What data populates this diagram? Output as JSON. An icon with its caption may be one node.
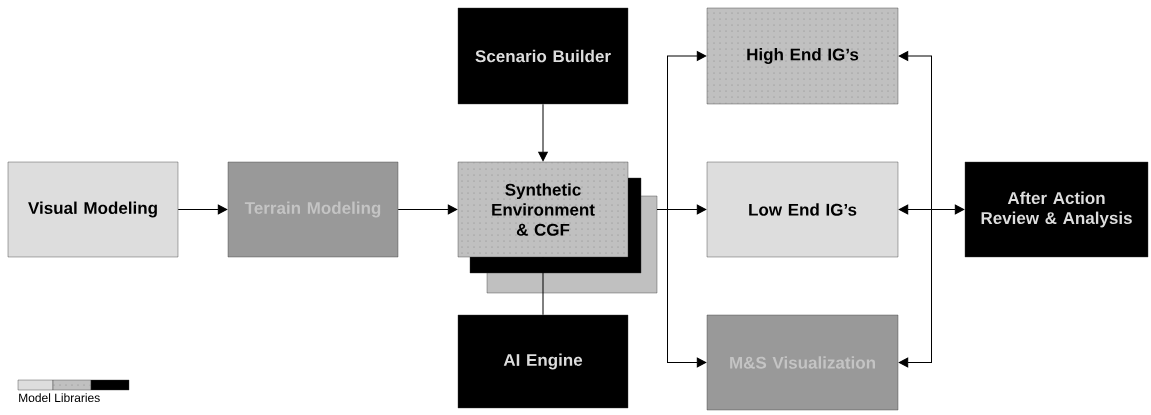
{
  "diagram": {
    "nodes": [
      {
        "text": [
          "Visual Modeling"
        ]
      },
      {
        "text": [
          "Terrain Modeling"
        ]
      },
      {
        "text": [
          "Synthetic Environment & CGF"
        ]
      },
      {
        "text": [
          "Scenario Builder"
        ]
      },
      {
        "text": [
          "AI Engine"
        ]
      },
      {
        "text": [
          "High End IG’s"
        ]
      },
      {
        "text": [
          "Low End IG’s"
        ]
      },
      {
        "text": [
          "M&S Visualization"
        ]
      },
      {
        "text": [
          "After Action Review & Analysis"
        ]
      }
    ],
    "edges": [
      {
        "from": 0,
        "to": 1,
        "arrow": "to"
      },
      {
        "from": 1,
        "to": 2,
        "arrow": "to"
      },
      {
        "from": 3,
        "to": 2,
        "arrow": "to"
      },
      {
        "from": 2,
        "to": 4,
        "arrow": "none"
      },
      {
        "from": 2,
        "to": 5,
        "arrow": "to"
      },
      {
        "from": 2,
        "to": 6,
        "arrow": "to"
      },
      {
        "from": 2,
        "to": 7,
        "arrow": "to"
      },
      {
        "from": 8,
        "to": 5,
        "arrow": "both"
      },
      {
        "from": 8,
        "to": 6,
        "arrow": "both"
      },
      {
        "from": 8,
        "to": 7,
        "arrow": "both"
      }
    ],
    "labels": [
      "Model Libraries"
    ]
  }
}
